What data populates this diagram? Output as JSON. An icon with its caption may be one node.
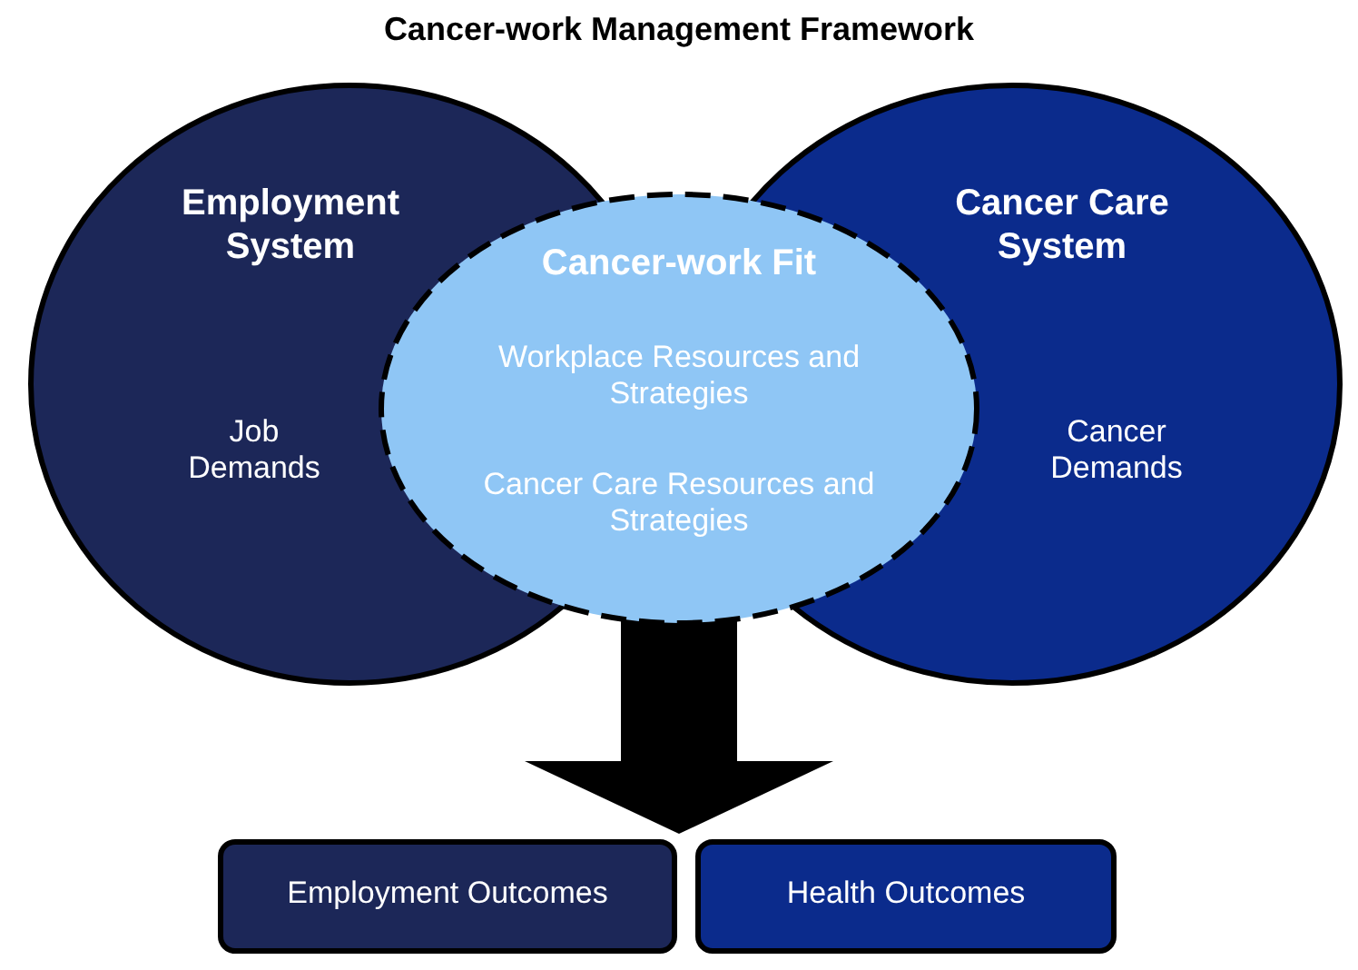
{
  "diagram": {
    "title": "Cancer-work Management Framework",
    "nodes": [
      {
        "text": [
          "Employment System",
          "Job Demands"
        ]
      },
      {
        "text": [
          "Cancer Care System",
          "Cancer Demands"
        ]
      },
      {
        "text": [
          "Cancer-work Fit",
          "Workplace Resources and Strategies",
          "Cancer Care Resources and Strategies"
        ]
      },
      {
        "text": [
          "Employment Outcomes"
        ]
      },
      {
        "text": [
          "Health Outcomes"
        ]
      }
    ],
    "edges": [
      {
        "from": 2,
        "to": 3,
        "arrow": "to"
      },
      {
        "from": 2,
        "to": 4,
        "arrow": "to"
      }
    ]
  }
}
